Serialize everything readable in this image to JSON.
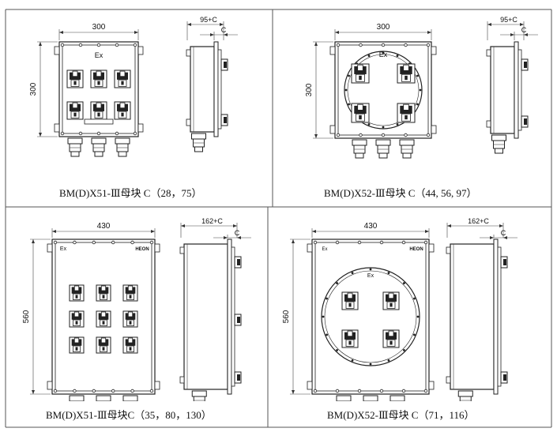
{
  "panels": [
    {
      "id": "p1",
      "caption": "BM(D)X51-Ⅲ母块  C（28，75）",
      "width_label": "300",
      "height_label": "300",
      "depth_label": "95+C",
      "c_label": "C",
      "ex_label": "Ex",
      "brand_label": "",
      "switch_rows": 2,
      "switch_cols": 3,
      "round_cover": false,
      "cable_glands": 3
    },
    {
      "id": "p2",
      "caption": "BM(D)X52-Ⅲ母块   C（44, 56, 97）",
      "width_label": "300",
      "height_label": "300",
      "depth_label": "95+C",
      "c_label": "C",
      "ex_label": "Ex",
      "brand_label": "",
      "switch_rows": 2,
      "switch_cols": 2,
      "round_cover": true,
      "cable_glands": 3
    },
    {
      "id": "p3",
      "caption": "BM(D)X51-Ⅲ母块C（35，80，130）",
      "width_label": "430",
      "height_label": "560",
      "depth_label": "162+C",
      "c_label": "C",
      "ex_label": "Ex",
      "brand_label": "HEON",
      "switch_rows": 3,
      "switch_cols": 3,
      "round_cover": false,
      "cable_glands": 3
    },
    {
      "id": "p4",
      "caption": "BM(D)X52-Ⅲ母块 C（71，116）",
      "width_label": "430",
      "height_label": "560",
      "depth_label": "162+C",
      "c_label": "C",
      "ex_label": "Ex",
      "brand_label": "HEON",
      "switch_rows": 2,
      "switch_cols": 2,
      "round_cover": true,
      "cable_glands": 3
    }
  ],
  "colors": {
    "line": "#333333",
    "grid": "#555555",
    "brand": "#d9534f"
  }
}
